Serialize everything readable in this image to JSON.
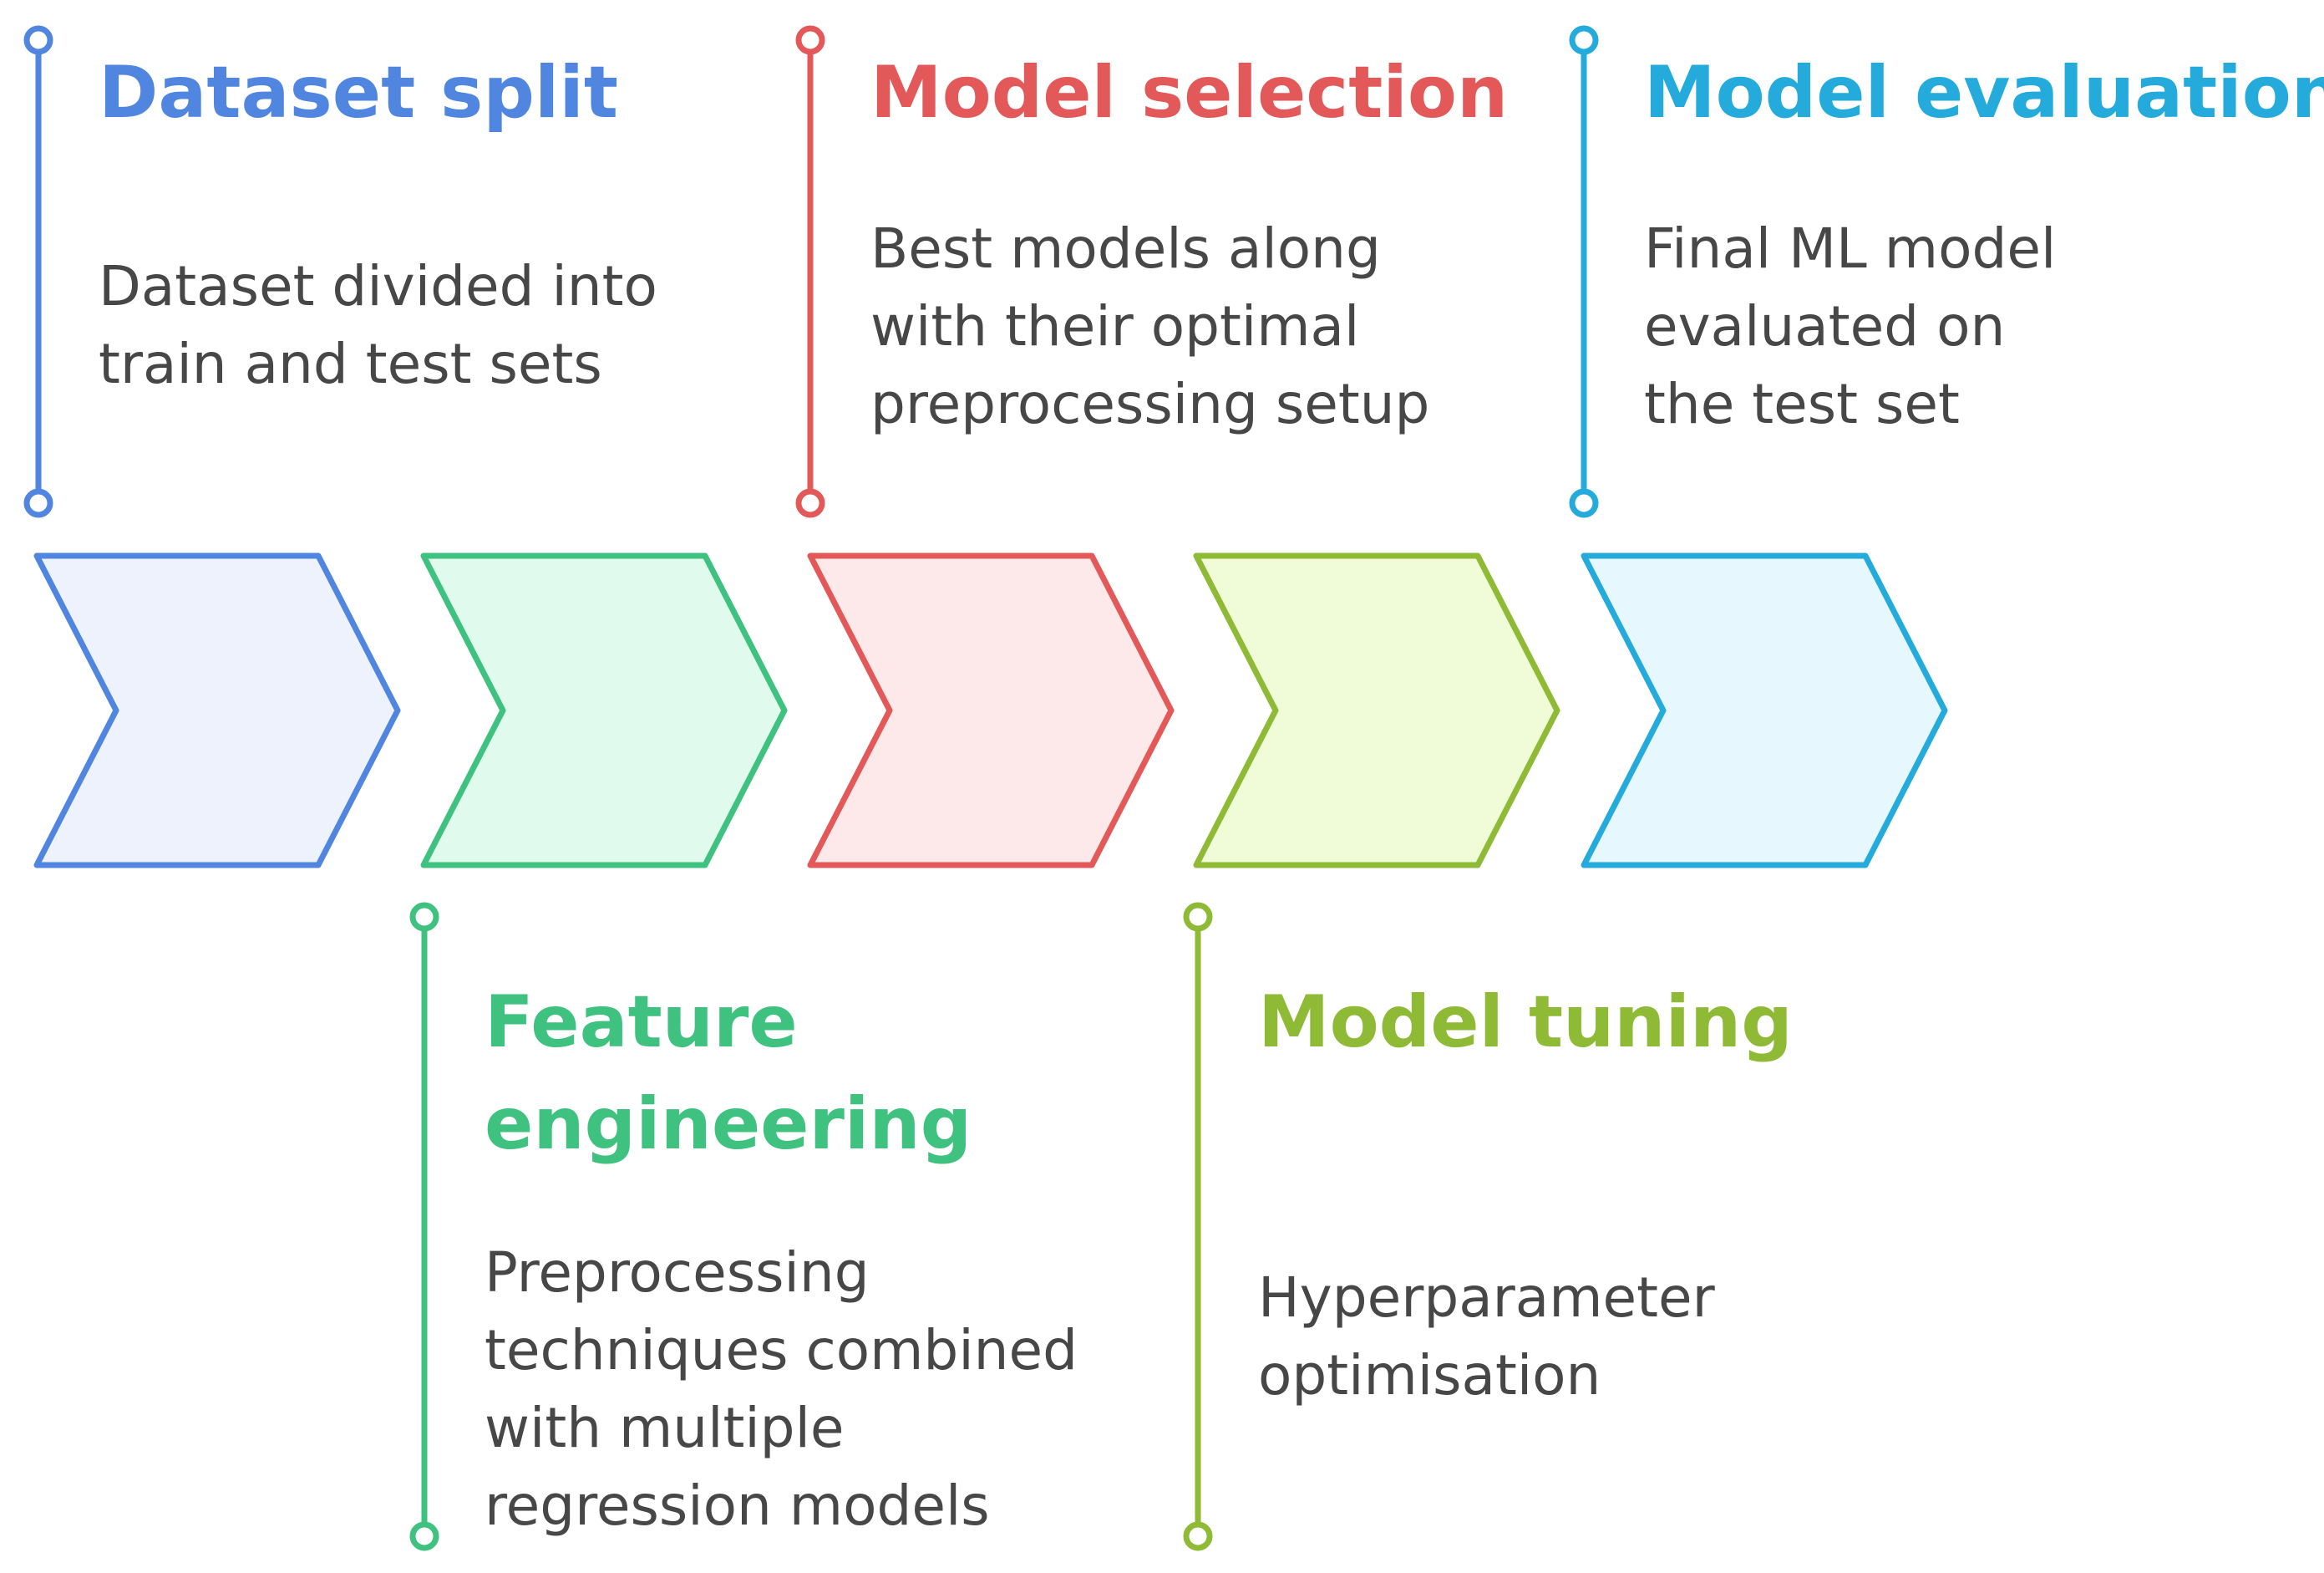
{
  "colors": {
    "blue": "#5186E0",
    "green": "#3FC27F",
    "red": "#E35959",
    "lime": "#8FBA35",
    "cyan": "#24ABDB",
    "text": "#474747"
  },
  "steps": [
    {
      "id": "dataset-split",
      "title_lines": [
        "Dataset split"
      ],
      "description_lines": [
        "Dataset divided into",
        "train and test sets"
      ],
      "color": "#5186E0",
      "fill": "#EDF2FD"
    },
    {
      "id": "feature-engineering",
      "title_lines": [
        "Feature",
        "engineering"
      ],
      "description_lines": [
        "Preprocessing",
        "techniques combined",
        "with multiple",
        "regression models"
      ],
      "color": "#3FC27F",
      "fill": "#E0FBEE"
    },
    {
      "id": "model-selection",
      "title_lines": [
        "Model selection"
      ],
      "description_lines": [
        "Best models along",
        "with their optimal",
        "preprocessing setup"
      ],
      "color": "#E35959",
      "fill": "#FDE9E9"
    },
    {
      "id": "model-tuning",
      "title_lines": [
        "Model tuning"
      ],
      "description_lines": [
        "Hyperparameter",
        "optimisation"
      ],
      "color": "#8FBA35",
      "fill": "#F0FBD8"
    },
    {
      "id": "model-evaluation",
      "title_lines": [
        "Model evaluation"
      ],
      "description_lines": [
        "Final ML model",
        "evaluated on",
        "the test set"
      ],
      "color": "#24ABDB",
      "fill": "#E6F7FD"
    }
  ]
}
